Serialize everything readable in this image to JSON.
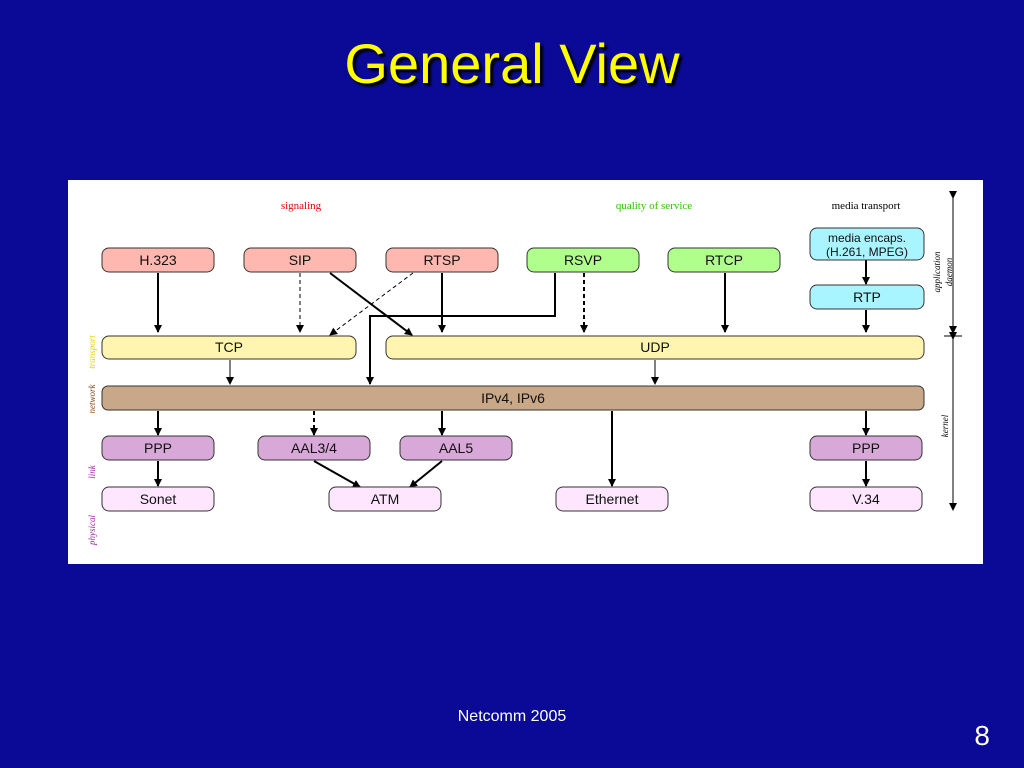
{
  "slide": {
    "title": "General View",
    "footer": "Netcomm 2005",
    "page_number": "8"
  },
  "diagram": {
    "column_headers": {
      "signaling": "signaling",
      "qos": "quality of service",
      "media": "media transport"
    },
    "boxes": {
      "h323": "H.323",
      "sip": "SIP",
      "rtsp": "RTSP",
      "rsvp": "RSVP",
      "rtcp": "RTCP",
      "media_encaps_1": "media encaps.",
      "media_encaps_2": "(H.261, MPEG)",
      "rtp": "RTP",
      "tcp": "TCP",
      "udp": "UDP",
      "ip": "IPv4, IPv6",
      "ppp_left": "PPP",
      "aal34": "AAL3/4",
      "aal5": "AAL5",
      "ppp_right": "PPP",
      "sonet": "Sonet",
      "atm": "ATM",
      "ethernet": "Ethernet",
      "v34": "V.34"
    },
    "layer_labels": {
      "transport": "transport",
      "network": "network",
      "link": "link",
      "physical": "physical"
    },
    "domain_labels": {
      "application_1": "application",
      "application_2": "daemon",
      "kernel": "kernel"
    },
    "colors": {
      "signaling": "#ffb8b0",
      "qos": "#b0ff8c",
      "media": "#a8f4ff",
      "transport": "#fff5b0",
      "network": "#c8a888",
      "link": "#d8a8d8",
      "physical": "#ffe6ff",
      "signaling_text": "#e80000",
      "qos_text": "#30c000",
      "background": "#0a0a96",
      "title": "#ffff00"
    }
  }
}
